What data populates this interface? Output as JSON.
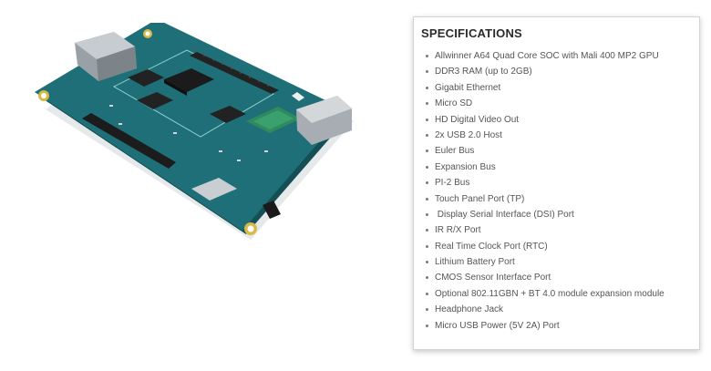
{
  "spec_card": {
    "title": "SPECIFICATIONS",
    "items": [
      "Allwinner A64 Quad Core SOC with Mali 400 MP2 GPU",
      "DDR3 RAM (up to 2GB)",
      "Gigabit Ethernet",
      "Micro SD",
      "HD Digital Video Out",
      "2x USB 2.0 Host",
      "Euler Bus",
      "Expansion Bus",
      "PI-2 Bus",
      "Touch Panel Port (TP)",
      " Display Serial Interface (DSI) Port",
      "IR R/X Port",
      "Real Time Clock Port (RTC)",
      "Lithium Battery Port",
      "CMOS Sensor Interface Port",
      "Optional 802.11GBN + BT 4.0 module expansion module",
      "Headphone Jack",
      "Micro USB Power (5V 2A) Port"
    ]
  },
  "colors": {
    "pcb": "#1f6f78",
    "title_text": "#2b2b2b",
    "item_text": "#555555",
    "card_border": "#d3d3d3"
  },
  "icons": {
    "bullet": "dot-icon"
  }
}
